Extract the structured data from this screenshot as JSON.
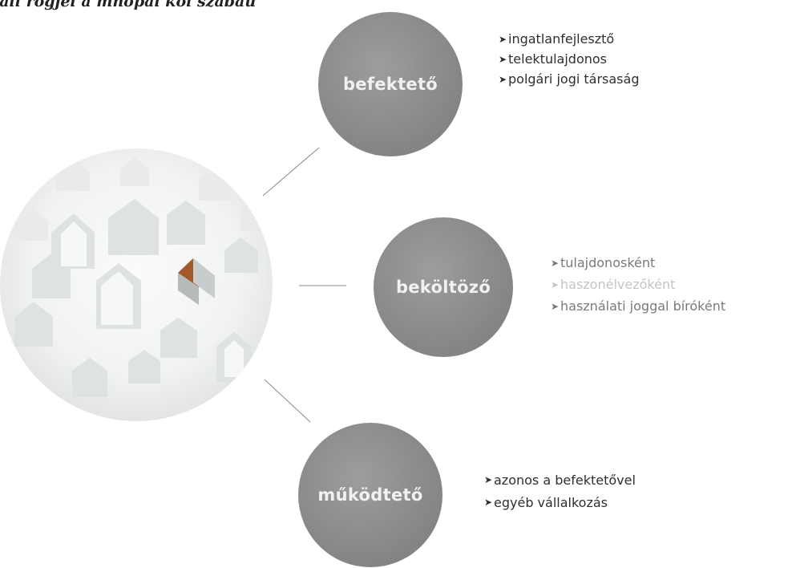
{
  "header": {
    "text": "lali rögjel a mnopai koi szabáu"
  },
  "illustration": {
    "name": "houses-illustration"
  },
  "nodes": [
    {
      "label": "befektető",
      "items": [
        "ingatlanfejlesztő",
        "telektulajdonos",
        "polgári jogi társaság"
      ]
    },
    {
      "label": "beköltöző",
      "items": [
        "tulajdonosként",
        "haszonélvezőként",
        "használati joggal bíróként"
      ]
    },
    {
      "label": "működtető",
      "items": [
        "azonos a befektetővel",
        "egyéb vállalkozás"
      ]
    }
  ],
  "colors": {
    "node_fill": "#8e8e8e",
    "node_text": "#f1f1f1",
    "list_text": "#2f2f2f",
    "faded_text": "#7a7a7a"
  }
}
